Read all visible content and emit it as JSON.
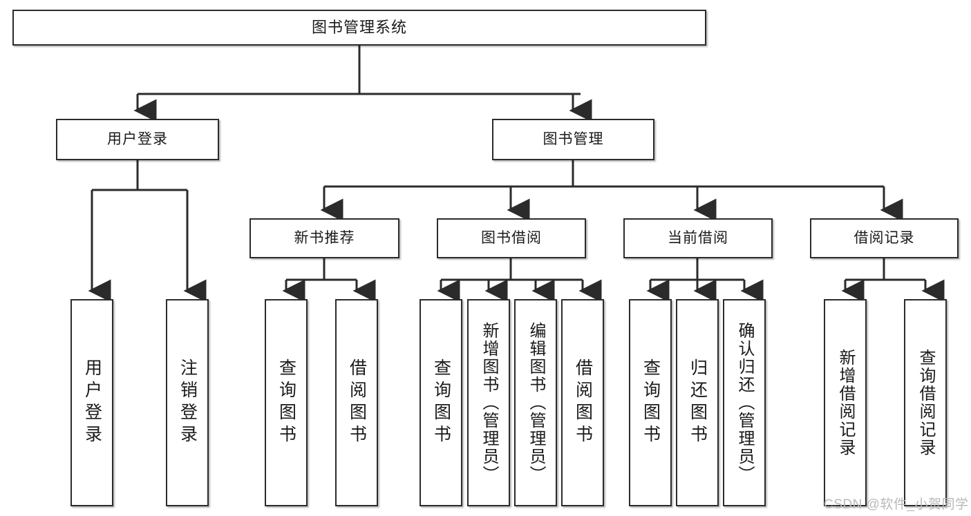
{
  "diagram": {
    "type": "tree",
    "title": "图书管理系统",
    "root": {
      "label": "图书管理系统"
    },
    "level1": [
      {
        "label": "用户登录"
      },
      {
        "label": "图书管理"
      }
    ],
    "level2": [
      {
        "label": "新书推荐"
      },
      {
        "label": "图书借阅"
      },
      {
        "label": "当前借阅"
      },
      {
        "label": "借阅记录"
      }
    ],
    "leaves": {
      "user_login": [
        {
          "label": "用户登录"
        },
        {
          "label": "注销登录"
        }
      ],
      "new_book_recommend": [
        {
          "label": "查询图书"
        },
        {
          "label": "借阅图书"
        }
      ],
      "book_borrow": [
        {
          "label": "查询图书"
        },
        {
          "label": "新增图书（管理员）"
        },
        {
          "label": "编辑图书（管理员）"
        },
        {
          "label": "借阅图书"
        }
      ],
      "current_borrow": [
        {
          "label": "查询图书"
        },
        {
          "label": "归还图书"
        },
        {
          "label": "确认归还（管理员）"
        }
      ],
      "borrow_record": [
        {
          "label": "新增借阅记录"
        },
        {
          "label": "查询借阅记录"
        }
      ]
    }
  },
  "watermark": {
    "text": "CSDN @软件_小贺同学"
  },
  "colors": {
    "stroke": "#2b2b2b",
    "fill": "#ffffff",
    "text": "#1a1a1a",
    "watermark": "#b9b9b9"
  }
}
